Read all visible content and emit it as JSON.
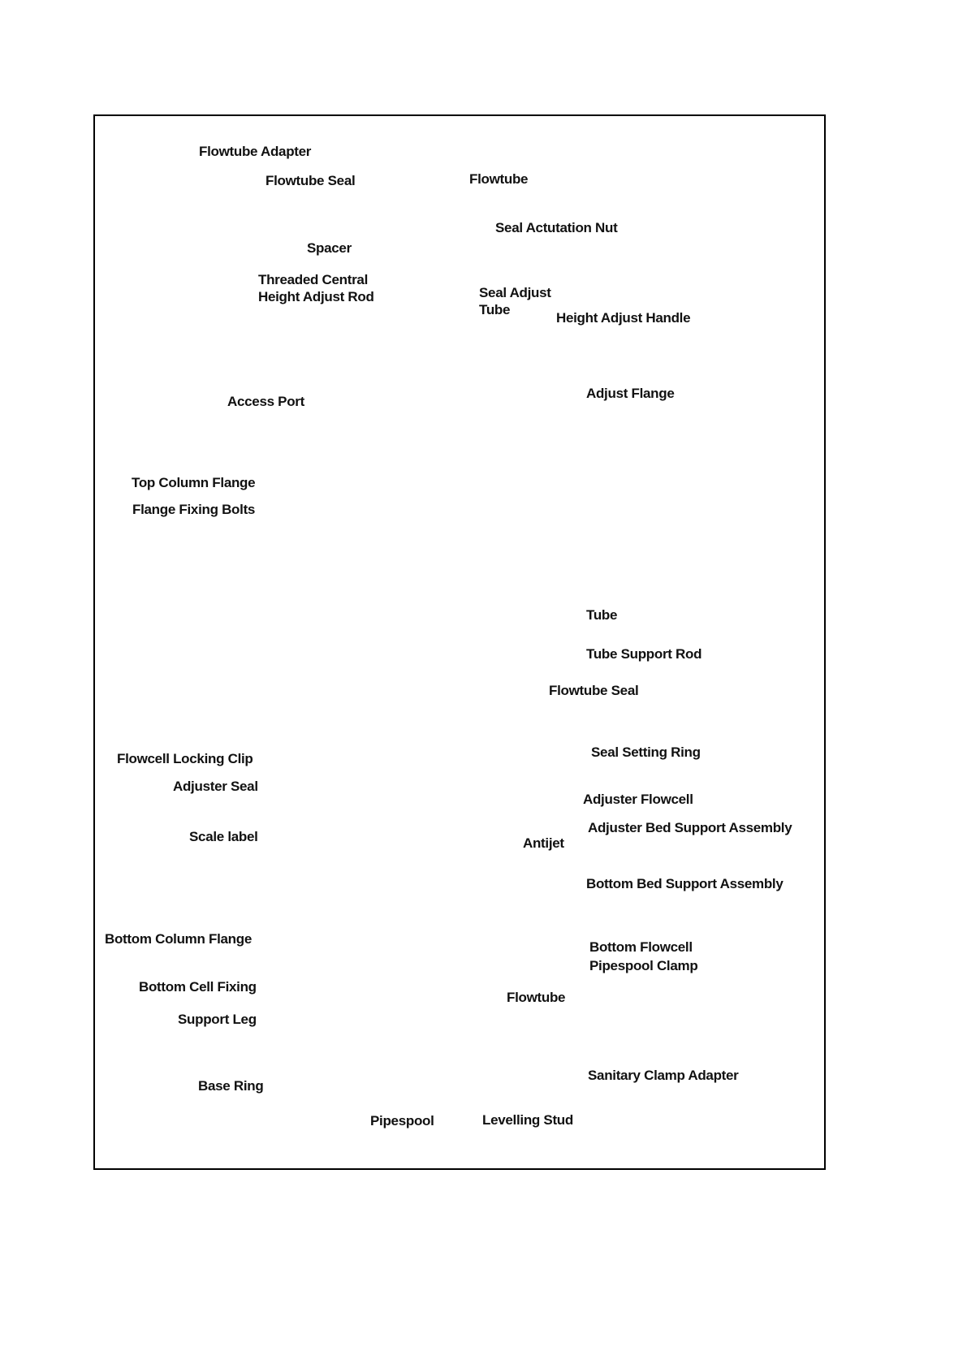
{
  "diagram": {
    "accent_color": "#1a6fd4",
    "labels": {
      "flowtube_adapter": "Flowtube Adapter",
      "flowtube_seal_top": "Flowtube Seal",
      "flowtube_top": "Flowtube",
      "seal_actuation_nut": "Seal Actutation Nut",
      "spacer": "Spacer",
      "threaded_rod": "Threaded Central\nHeight Adjust Rod",
      "seal_adjust_tube": "Seal Adjust\nTube",
      "height_adjust_handle": "Height Adjust Handle",
      "access_port": "Access Port",
      "adjust_flange": "Adjust Flange",
      "top_column_flange": "Top Column Flange",
      "flange_fixing_bolts": "Flange Fixing Bolts",
      "tube": "Tube",
      "tube_support_rod": "Tube Support Rod",
      "flowtube_seal_mid": "Flowtube Seal",
      "flowcell_locking_clip": "Flowcell Locking Clip",
      "seal_setting_ring": "Seal Setting Ring",
      "adjuster_seal": "Adjuster Seal",
      "adjuster_flowcell": "Adjuster Flowcell",
      "adjuster_bed_support": "Adjuster Bed Support Assembly",
      "scale_label": "Scale label",
      "antijet": "Antijet",
      "bottom_bed_support": "Bottom Bed Support Assembly",
      "bottom_column_flange": "Bottom Column Flange",
      "bottom_flowcell": "Bottom Flowcell",
      "pipespool_clamp": "Pipespool Clamp",
      "bottom_cell_fixing": "Bottom Cell Fixing",
      "flowtube_bottom": "Flowtube",
      "support_leg": "Support Leg",
      "sanitary_clamp_adapter": "Sanitary Clamp Adapter",
      "base_ring": "Base Ring",
      "pipespool": "Pipespool",
      "levelling_stud": "Levelling Stud"
    }
  }
}
